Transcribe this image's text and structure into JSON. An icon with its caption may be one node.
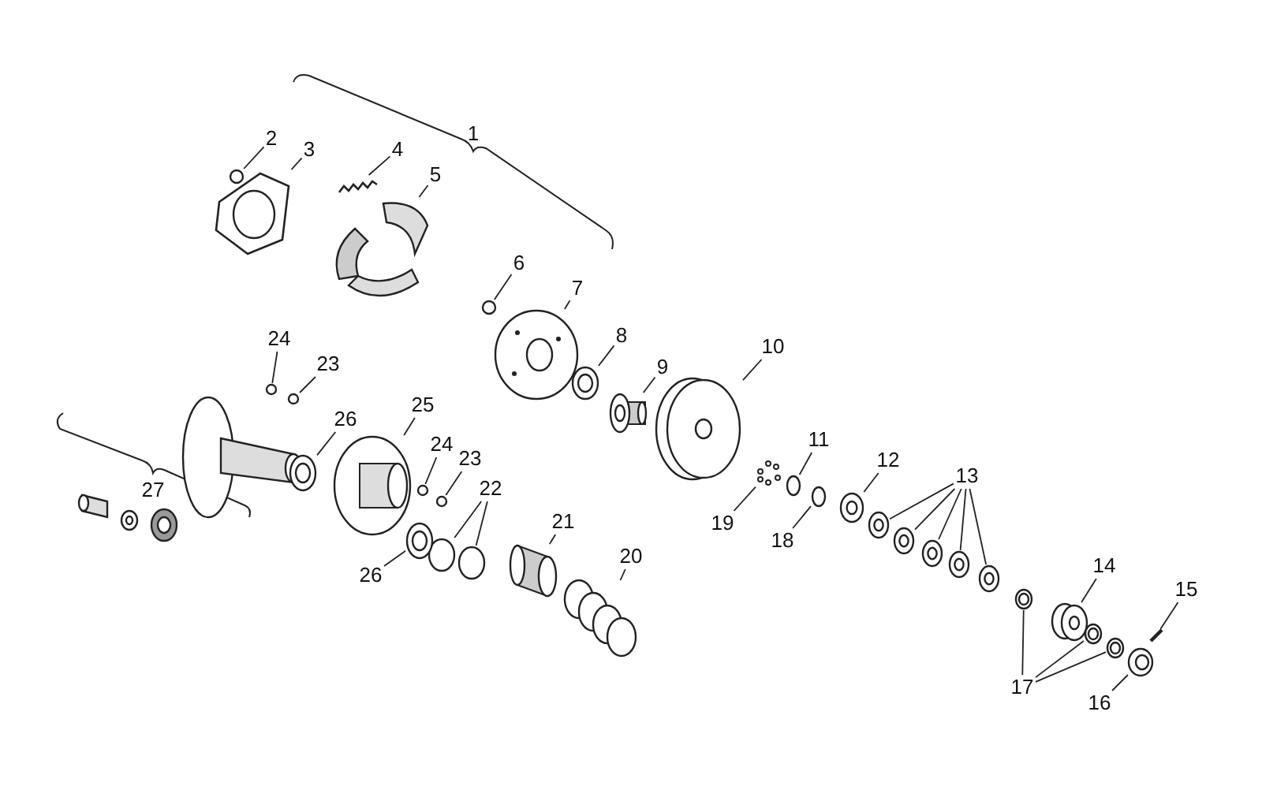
{
  "diagram": {
    "nodes": [
      {
        "text": [
          "2"
        ]
      },
      {
        "text": [
          "3"
        ]
      },
      {
        "text": [
          "4"
        ]
      },
      {
        "text": [
          "5"
        ]
      },
      {
        "text": [
          "6"
        ]
      },
      {
        "text": [
          "7"
        ]
      },
      {
        "text": [
          "8"
        ]
      },
      {
        "text": [
          "9"
        ]
      },
      {
        "text": [
          "10"
        ]
      },
      {
        "text": [
          "24"
        ]
      },
      {
        "text": [
          "23"
        ]
      },
      {
        "text": [
          "26"
        ]
      },
      {
        "text": [
          "25"
        ]
      },
      {
        "text": [
          "24"
        ]
      },
      {
        "text": [
          "23"
        ]
      },
      {
        "text": [
          "11"
        ]
      },
      {
        "text": [
          "12"
        ]
      },
      {
        "text": [
          "13"
        ]
      },
      {
        "text": [
          "22"
        ]
      },
      {
        "text": [
          "21"
        ]
      },
      {
        "text": [
          "19"
        ]
      },
      {
        "text": [
          "18"
        ]
      },
      {
        "text": [
          "26"
        ]
      },
      {
        "text": [
          "20"
        ]
      },
      {
        "text": [
          "14"
        ]
      },
      {
        "text": [
          "15"
        ]
      },
      {
        "text": [
          "17"
        ]
      },
      {
        "text": [
          "16"
        ]
      },
      {
        "text": [],
        "shape": "circle"
      },
      {
        "text": [],
        "shape": "picture"
      },
      {
        "text": [],
        "shape": "picture"
      },
      {
        "text": [],
        "shape": "picture"
      },
      {
        "text": [],
        "shape": "circle"
      },
      {
        "text": [],
        "shape": "picture"
      },
      {
        "text": [],
        "shape": "picture"
      },
      {
        "text": [],
        "shape": "picture"
      },
      {
        "text": [],
        "shape": "picture"
      },
      {
        "text": [],
        "shape": "circle"
      },
      {
        "text": [],
        "shape": "circle"
      },
      {
        "text": [],
        "shape": "picture"
      },
      {
        "text": [],
        "shape": "picture"
      },
      {
        "text": [],
        "shape": "circle"
      },
      {
        "text": [],
        "shape": "circle"
      },
      {
        "text": [],
        "shape": "circle"
      },
      {
        "text": [],
        "shape": "picture"
      },
      {
        "text": [],
        "shape": "picture"
      },
      {
        "text": [],
        "shape": "picture"
      },
      {
        "text": [],
        "shape": "picture"
      },
      {
        "text": [],
        "shape": "picture"
      },
      {
        "text": [],
        "shape": "picture"
      },
      {
        "text": [],
        "shape": "circle"
      },
      {
        "text": [],
        "shape": "circle"
      },
      {
        "text": [],
        "shape": "cylinder"
      },
      {
        "text": [],
        "shape": "picture"
      },
      {
        "text": [],
        "shape": "circle"
      },
      {
        "text": [],
        "shape": "picture"
      },
      {
        "text": [],
        "shape": "picture"
      },
      {
        "text": [],
        "shape": "picture"
      },
      {
        "text": [],
        "shape": "bar"
      },
      {
        "text": [],
        "shape": "picture"
      },
      {
        "text": [],
        "shape": "picture"
      },
      {
        "text": [],
        "shape": "picture"
      },
      {
        "text": [],
        "shape": "picture"
      }
    ],
    "edges": [
      {
        "from": 0,
        "to": 28,
        "arrow": "none"
      },
      {
        "from": 1,
        "to": 29,
        "arrow": "none"
      },
      {
        "from": 2,
        "to": 30,
        "arrow": "none"
      },
      {
        "from": 3,
        "to": 31,
        "arrow": "none"
      },
      {
        "from": 4,
        "to": 32,
        "arrow": "none"
      },
      {
        "from": 5,
        "to": 33,
        "arrow": "none"
      },
      {
        "from": 6,
        "to": 34,
        "arrow": "none"
      },
      {
        "from": 7,
        "to": 35,
        "arrow": "none"
      },
      {
        "from": 8,
        "to": 36,
        "arrow": "none"
      },
      {
        "from": 9,
        "to": 37,
        "arrow": "none"
      },
      {
        "from": 10,
        "to": 38,
        "arrow": "none"
      },
      {
        "from": 11,
        "to": 39,
        "arrow": "none"
      },
      {
        "from": 12,
        "to": 40,
        "arrow": "none"
      },
      {
        "from": 13,
        "to": 41,
        "arrow": "none"
      },
      {
        "from": 14,
        "to": 42,
        "arrow": "none"
      },
      {
        "from": 15,
        "to": 43,
        "arrow": "none"
      },
      {
        "from": 16,
        "to": 44,
        "arrow": "none"
      },
      {
        "from": 17,
        "to": 45,
        "arrow": "none"
      },
      {
        "from": 17,
        "to": 46,
        "arrow": "none"
      },
      {
        "from": 17,
        "to": 47,
        "arrow": "none"
      },
      {
        "from": 17,
        "to": 48,
        "arrow": "none"
      },
      {
        "from": 17,
        "to": 49,
        "arrow": "none"
      },
      {
        "from": 18,
        "to": 50,
        "arrow": "none"
      },
      {
        "from": 18,
        "to": 51,
        "arrow": "none"
      },
      {
        "from": 19,
        "to": 52,
        "arrow": "none"
      },
      {
        "from": 20,
        "to": 53,
        "arrow": "none"
      },
      {
        "from": 21,
        "to": 54,
        "arrow": "none"
      },
      {
        "from": 22,
        "to": 55,
        "arrow": "none"
      },
      {
        "from": 23,
        "to": 56,
        "arrow": "none"
      },
      {
        "from": 24,
        "to": 57,
        "arrow": "none"
      },
      {
        "from": 25,
        "to": 58,
        "arrow": "none"
      },
      {
        "from": 26,
        "to": 59,
        "arrow": "none"
      },
      {
        "from": 26,
        "to": 60,
        "arrow": "none"
      },
      {
        "from": 26,
        "to": 61,
        "arrow": "none"
      },
      {
        "from": 27,
        "to": 62,
        "arrow": "none"
      }
    ],
    "labels": [
      "1",
      "27"
    ]
  }
}
